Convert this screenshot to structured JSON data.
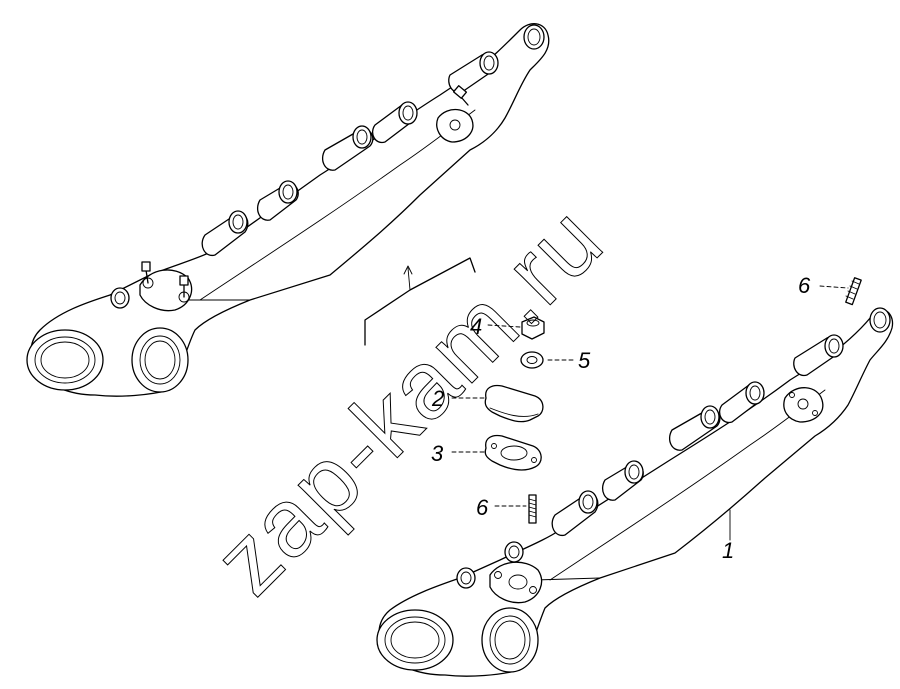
{
  "watermark": "zap-kam.ru",
  "callouts": [
    {
      "id": "1",
      "label": "1"
    },
    {
      "id": "2",
      "label": "2"
    },
    {
      "id": "3",
      "label": "3"
    },
    {
      "id": "4",
      "label": "4"
    },
    {
      "id": "5",
      "label": "5"
    },
    {
      "id": "6a",
      "label": "6"
    },
    {
      "id": "6b",
      "label": "6"
    }
  ]
}
